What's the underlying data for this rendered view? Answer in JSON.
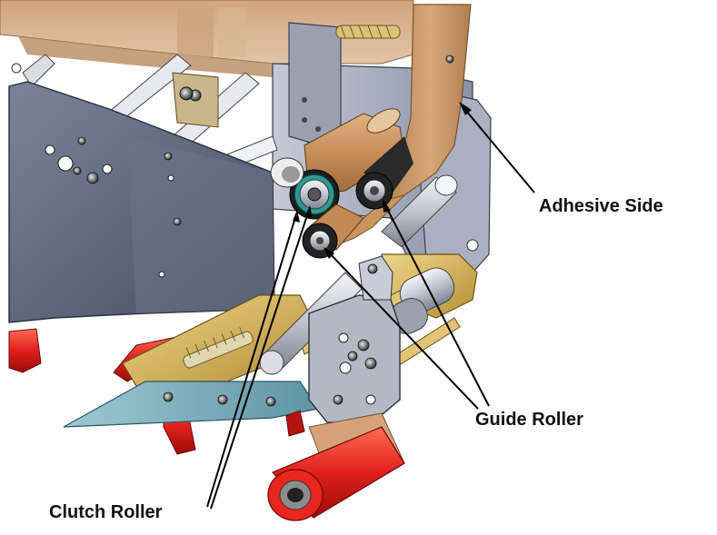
{
  "labels": {
    "adhesive_side": "Adhesive Side",
    "guide_roller": "Guide Roller",
    "clutch_roller": "Clutch Roller"
  },
  "colors": {
    "tape": "#c99a66",
    "plate": "#5f6a80",
    "brass": "#d4b25a",
    "red_roller": "#e0201c",
    "blade": "#7fb3bf"
  }
}
